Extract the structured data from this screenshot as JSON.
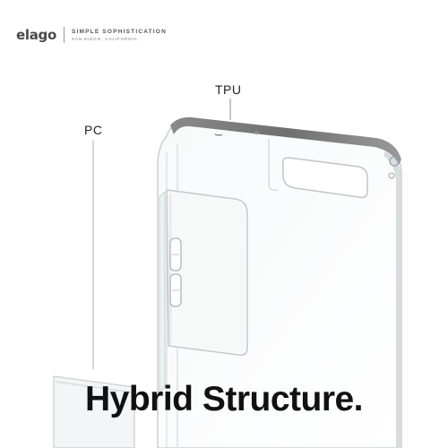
{
  "brand": {
    "logo": "elago",
    "tagline": "SIMPLE SOPHISTICATION",
    "location": "SAN DIEGO, CALIFORNIA"
  },
  "labels": {
    "tpu": "TPU",
    "pc": "PC"
  },
  "headline": "Hybrid Structure.",
  "icons": {
    "product": "phone-case-illustration"
  }
}
